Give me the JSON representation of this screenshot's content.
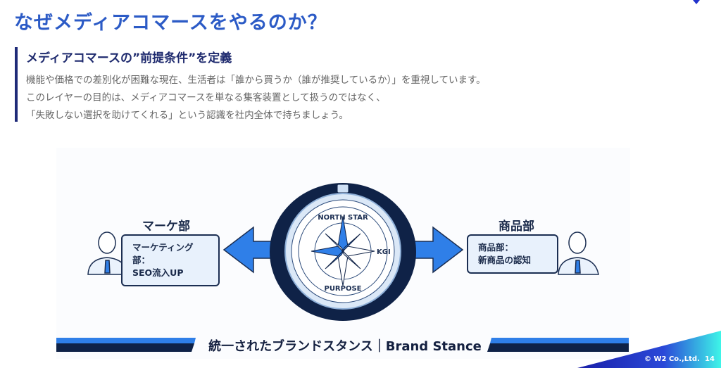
{
  "title": "なぜメディアコマースをやるのか？",
  "subheading": "メディアコマースの”前提条件”を定義",
  "body": [
    "機能や価格での差別化が困難な現在、生活者は「誰から買うか（誰が推奨しているか）」を重視しています。",
    "このレイヤーの目的は、メディアコマースを単なる集客装置として扱うのではなく、",
    "「失敗しない選択を助けてくれる」という認識を社内全体で持ちましょう。"
  ],
  "diagram": {
    "left": {
      "label": "マーケ部",
      "box": [
        "マーケティング部：",
        "SEO流入UP"
      ]
    },
    "right": {
      "label": "商品部",
      "box": [
        "商品部：",
        "新商品の認知"
      ]
    },
    "compass": {
      "top": "NORTH STAR",
      "right": "KGI",
      "bottom": "PURPOSE"
    },
    "banner": "統一されたブランドスタンス｜Brand Stance"
  },
  "footer": {
    "copyright": "© W2 Co.,Ltd.",
    "page": "14"
  },
  "colors": {
    "title": "#2c5bc6",
    "navy": "#0f2247",
    "accent": "#2f7fe8"
  }
}
